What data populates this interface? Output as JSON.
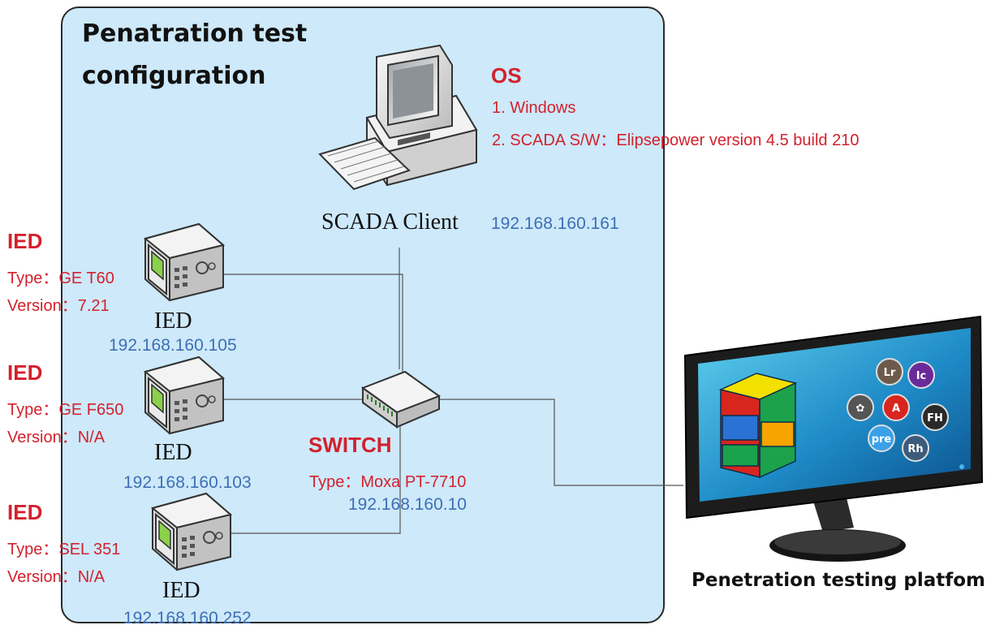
{
  "title": "Penatration test\nconfiguration",
  "scada": {
    "label": "SCADA Client",
    "ip": "192.168.160.161",
    "os_heading": "OS",
    "os_line1": "1. Windows",
    "os_line2": "2. SCADA S/W：Elipsepower version 4.5 build 210"
  },
  "ieds": [
    {
      "heading": "IED",
      "type": "Type：GE T60",
      "version": "Version：7.21",
      "label": "IED",
      "ip": "192.168.160.105"
    },
    {
      "heading": "IED",
      "type": "Type：GE F650",
      "version": "Version：N/A",
      "label": "IED",
      "ip": "192.168.160.103"
    },
    {
      "heading": "IED",
      "type": "Type：SEL 351",
      "version": "Version：N/A",
      "label": "IED",
      "ip": "192.168.160.252"
    }
  ],
  "switch": {
    "heading": "SWITCH",
    "type": "Type：Moxa PT-7710",
    "ip": "192.168.160.10"
  },
  "platform": {
    "label": "Penetration testing platfom",
    "icons": [
      "lr",
      "lc",
      "fan",
      "acrobat",
      "fh",
      "pre",
      "rh"
    ]
  },
  "colors": {
    "panel": "#cde9fa",
    "red": "#d3212d",
    "blue": "#3e6fb5"
  }
}
